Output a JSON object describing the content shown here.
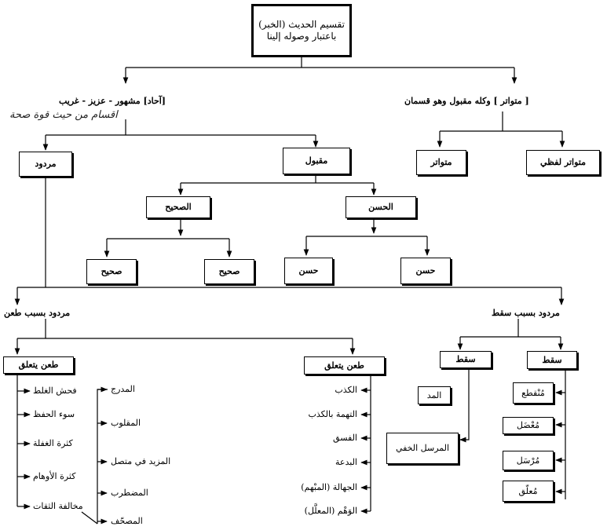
{
  "root": {
    "line1": "تقسيم الحديث (الخبر)",
    "line2": "باعتبار وصوله إلينا"
  },
  "ahad": {
    "label": "[آحاد] مشهور - عزيز - غريب",
    "handwritten": "اقسام من حيث قوة صحة"
  },
  "mutawatir": {
    "label": "[ متواتر ] وكله مقبول وهو قسمان",
    "lafzi": "متواتر لفظي",
    "second": "متواتر"
  },
  "maqbul": "مقبول",
  "mardud": "مردود",
  "sahih": {
    "parent": "الصحيح",
    "child_left": "صحيح",
    "child_right": "صحيح"
  },
  "hasan": {
    "parent": "الحسن",
    "child_left": "حسن",
    "child_right": "حسن"
  },
  "mardud_taan": "مردود بسبب طعن",
  "mardud_saqt": "مردود بسبب سقط",
  "taan_left": {
    "title": "طعن يتعلق",
    "items": [
      "فحش الغلط",
      "سوء الحفظ",
      "كثرة الغفلة",
      "كثرة الأوهام",
      "مخالفة الثقات"
    ],
    "sub_items": [
      "المدرج",
      "المقلوب",
      "المزيد في متصل",
      "المضطرب",
      "المصحّف"
    ]
  },
  "taan_right": {
    "title": "طعن يتعلق",
    "items": [
      "الكذب",
      "التهمة بالكذب",
      "الفسق",
      "البدعة",
      "الجهالة (المبْهم)",
      "الوَهْم (المعلَّل)"
    ]
  },
  "saqt_left": {
    "title": "سقط",
    "items": [
      "المد",
      "المرسل الخفي"
    ]
  },
  "saqt_right": {
    "title": "سقط",
    "items": [
      "مُنْقطع",
      "مُعْضَل",
      "مُرْسَل",
      "مُعلّق"
    ]
  }
}
